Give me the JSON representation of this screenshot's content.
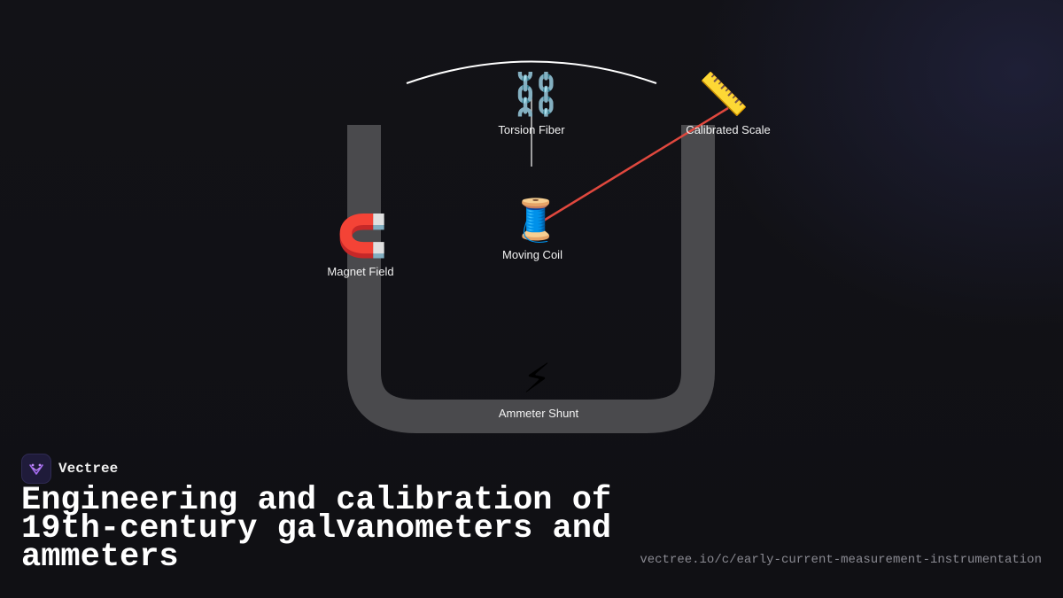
{
  "brand": {
    "name": "Vectree",
    "icon": "vectree-logo-icon"
  },
  "title": "Engineering and calibration of 19th-century galvanometers and ammeters",
  "url": "vectree.io/c/early-current-measurement-instrumentation",
  "diagram": {
    "nodes": [
      {
        "id": "torsion-fiber",
        "label": "Torsion Fiber",
        "icon": "⛓️",
        "icon_name": "chain-icon"
      },
      {
        "id": "calibrated-scale",
        "label": "Calibrated Scale",
        "icon": "📏",
        "icon_name": "ruler-icon"
      },
      {
        "id": "magnet-field",
        "label": "Magnet Field",
        "icon": "🧲",
        "icon_name": "magnet-icon"
      },
      {
        "id": "moving-coil",
        "label": "Moving Coil",
        "icon": "🧵",
        "icon_name": "thread-spool-icon"
      },
      {
        "id": "ammeter-shunt",
        "label": "Ammeter Shunt",
        "icon": "⚡",
        "icon_name": "lightning-icon"
      }
    ],
    "colors": {
      "u_frame": "#4a4a4d",
      "arc": "#ffffff",
      "fiber": "#cfcfcf",
      "pointer": "#e0483e",
      "background": "#111116"
    }
  }
}
